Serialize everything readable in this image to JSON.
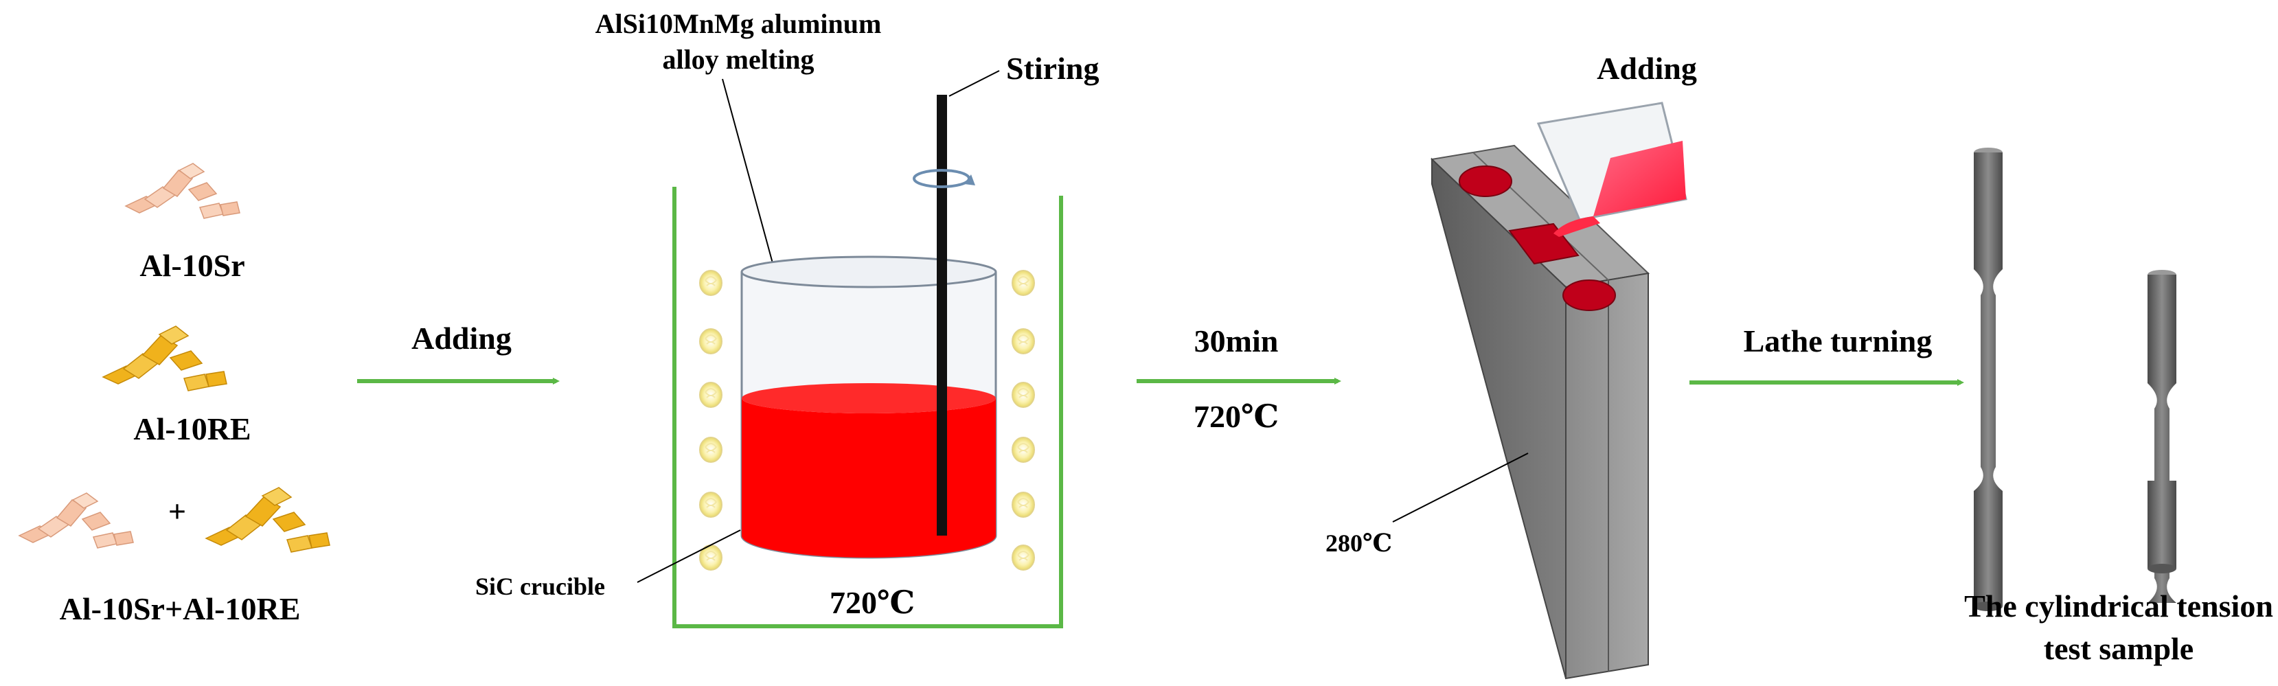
{
  "labels": {
    "al10sr": "Al-10Sr",
    "al10re": "Al-10RE",
    "plus": "+",
    "combo": "Al-10Sr+Al-10RE",
    "adding1": "Adding",
    "melt_line1": "AlSi10MnMg aluminum",
    "melt_line2": "alloy melting",
    "stiring": "Stiring",
    "sic": "SiC crucible",
    "temp_crucible": "720℃",
    "time": "30min",
    "temp_mid": "720℃",
    "adding2": "Adding",
    "mold_temp": "280℃",
    "lathe": "Lathe turning",
    "sample_line1": "The cylindrical tension",
    "sample_line2": "test sample"
  },
  "colors": {
    "arrow": "#5bb846",
    "furnace": "#5bb846",
    "melt": "#ff0000",
    "sr_particle": "#f6c3a6",
    "re_particle": "#f0b21c",
    "mold": "#7a7a7a",
    "sample": "#6b6b6b"
  },
  "icons": {
    "heater": "heater-coil-icon",
    "rotation": "rotation-arrow-icon",
    "beaker": "pouring-beaker-icon"
  }
}
